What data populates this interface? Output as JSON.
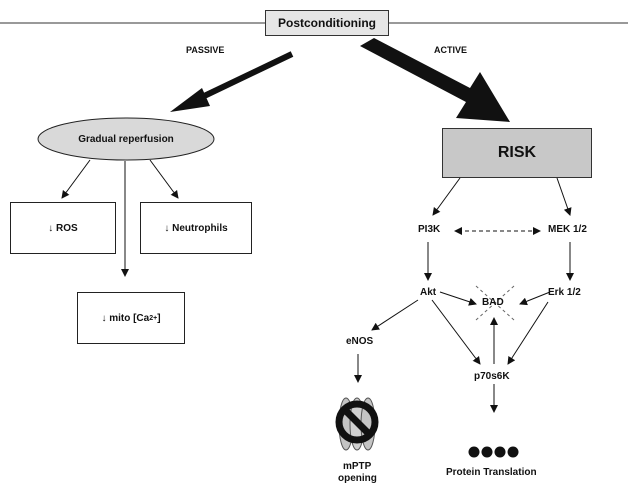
{
  "title": "Postconditioning",
  "branches": {
    "passive": "PASSIVE",
    "active": "ACTIVE"
  },
  "passive": {
    "reperfusion": "Gradual reperfusion",
    "ros_arrow": "↓",
    "ros": "ROS",
    "neutrophils_arrow": "↓",
    "neutrophils": "Neutrophils",
    "mito_arrow": "↓",
    "mito": "mito [Ca",
    "mito_sup": "2+",
    "mito_close": "]"
  },
  "active": {
    "risk": "RISK",
    "pi3k": "PI3K",
    "mek": "MEK 1/2",
    "akt": "Akt",
    "bad": "BAD",
    "erk": "Erk 1/2",
    "enos": "eNOS",
    "p70s6k": "p70s6K",
    "mptp_line1": "mPTP",
    "mptp_line2": "opening",
    "protein_translation": "Protein Translation"
  },
  "colors": {
    "risk_fill": "#c8c8c8",
    "ellipse_fill": "#d9d9d9",
    "title_fill": "#e6e6e6"
  },
  "icons": [
    "no-entry-icon",
    "protein-chain-icon"
  ]
}
